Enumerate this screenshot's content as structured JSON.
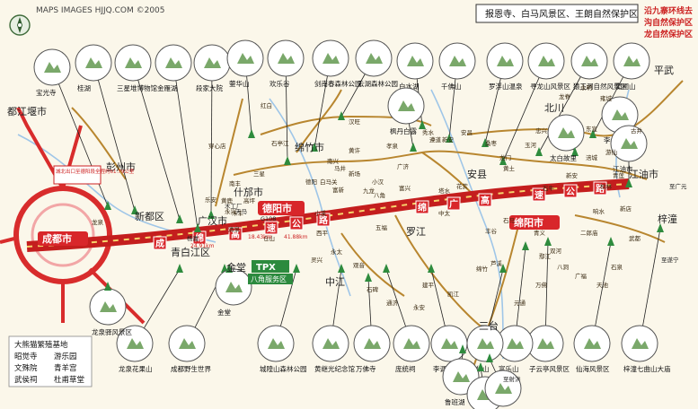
{
  "watermark": "MAPS IMAGES HJJQ.COM ©2005",
  "legend_top_right": {
    "line1": "沿九寨环线去",
    "line2": "沟自然保护区",
    "line3": "龙自然保护区"
  },
  "top_box": "报恩寺、白马风景区、王朗自然保护区",
  "route_signs": [
    "成",
    "绵",
    "高",
    "速",
    "公",
    "路",
    "绵",
    "广",
    "高",
    "速",
    "公",
    "路"
  ],
  "cities": {
    "chengdu": "成都市",
    "deyang": "德阳市",
    "mianyang": "绵阳市",
    "dujiangyan": "都江堰市",
    "pengzhou": "彭州市",
    "xindu": "新都区",
    "shifang": "什邡市",
    "guanghan": "广汉市",
    "mianzhu": "绵竹市",
    "jiangyou": "江油市",
    "zitong": "梓潼",
    "santai": "三台",
    "luojiang": "罗江",
    "anxian": "安县",
    "zhongjiang": "中江",
    "pingwu": "平武",
    "beichuan": "北川",
    "qingbaijiang": "青白江区",
    "jintang": "金堂"
  },
  "small_places": [
    "龙泉",
    "红白",
    "穿心店",
    "汉旺",
    "孝泉",
    "黄许",
    "德阳",
    "石亭江",
    "白马关",
    "秀水",
    "安昌",
    "新安",
    "桑枣",
    "龙门",
    "黄土",
    "花荄",
    "塔水",
    "石马",
    "丰谷",
    "芦溪",
    "绵竹",
    "遵道",
    "广济",
    "九龙",
    "富新",
    "新场",
    "八角",
    "小汉",
    "南丰",
    "高坪",
    "仓山",
    "永兴",
    "永太",
    "石碑",
    "通济",
    "凯江",
    "建平",
    "永安",
    "灵兴",
    "西平",
    "观音",
    "乐安",
    "黄鹿",
    "三星",
    "南兴",
    "马井",
    "禾丰",
    "清泉",
    "五福",
    "富兴",
    "小溪",
    "中太",
    "响水",
    "柏林",
    "新店",
    "武都",
    "青莲",
    "二郎庙",
    "青义",
    "双河",
    "古井",
    "东宣",
    "玉河",
    "石牛",
    "新安",
    "涪城",
    "游仙",
    "忠兴",
    "龙脊",
    "永明",
    "雍城",
    "鄢江",
    "八洞",
    "广福",
    "天池",
    "石泉",
    "万佛",
    "元通"
  ],
  "poi": [
    {
      "name": "宝光寺"
    },
    {
      "name": "桂湖"
    },
    {
      "name": "三星堆博物馆"
    },
    {
      "name": "金雁湖"
    },
    {
      "name": "段家大院"
    },
    {
      "name": "蓥华山"
    },
    {
      "name": "欢乐谷"
    },
    {
      "name": "剑南春森林公园"
    },
    {
      "name": "云湖森林公园"
    },
    {
      "name": "白水湖"
    },
    {
      "name": "千佛山"
    },
    {
      "name": "罗浮山温泉"
    },
    {
      "name": "寻龙山风景区"
    },
    {
      "name": "猿王洞自然风景区"
    },
    {
      "name": "窦圌山"
    },
    {
      "name": "李白纪念馆"
    },
    {
      "name": "太白故里"
    },
    {
      "name": "江油市"
    },
    {
      "name": "梓潼七曲山大庙"
    },
    {
      "name": "仙海风景区"
    },
    {
      "name": "子云亭风景区"
    },
    {
      "name": "富乐山"
    },
    {
      "name": "蓥华山"
    },
    {
      "name": "李调元纪念馆"
    },
    {
      "name": "庞统祠"
    },
    {
      "name": "万佛寺"
    },
    {
      "name": "黄继光纪念馆"
    },
    {
      "name": "城隍山森林公园"
    },
    {
      "name": "成都野生世界"
    },
    {
      "name": "龙泉花果山"
    },
    {
      "name": "鲁班湖"
    },
    {
      "name": "郪江古镇"
    },
    {
      "name": "云台观"
    },
    {
      "name": "枫丹白露"
    },
    {
      "name": "金堂"
    },
    {
      "name": "龙泉驿风景区"
    }
  ],
  "chengdu_list": [
    "大熊猫繁殖基地",
    "昭觉寺",
    "游乐园",
    "文殊院",
    "青羊宫",
    "武侯祠",
    "杜甫草堂"
  ],
  "tpx_label": "TPX",
  "tpx_sub": "八角服务区",
  "notice": "城北出口至德阳段全程约61.79公里",
  "distance_labels": [
    "24.91km",
    "18.43km",
    "41.88km"
  ],
  "extra_labels": [
    "G108",
    "木工厂",
    "杨嘉",
    "天马",
    "至广元",
    "至射洪",
    "至遂宁"
  ]
}
